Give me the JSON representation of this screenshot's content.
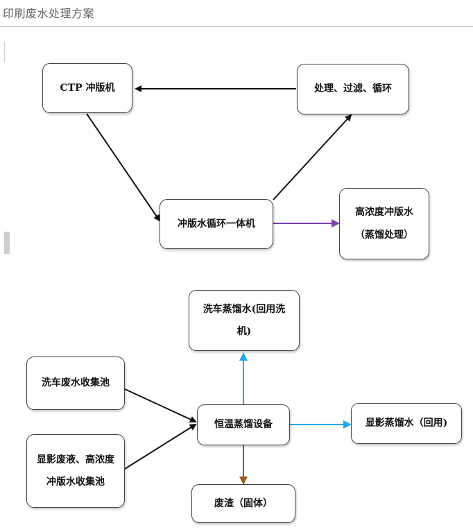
{
  "page": {
    "title": "印刷废水处理方案"
  },
  "diagram_top": {
    "nodes": {
      "ctp": "CTP 冲版机",
      "treat": "处理、过滤、循环",
      "unit": "冲版水循环一体机",
      "high": "高浓度冲版水（蒸馏处理）"
    }
  },
  "diagram_bottom": {
    "nodes": {
      "carwash_distilled": "洗车蒸馏水(回用洗机)",
      "carwash_collect": "洗车废水收集池",
      "developer_collect": "显影废液、高浓度冲版水收集池",
      "still": "恒温蒸馏设备",
      "developer_distilled": "显影蒸馏水（回用)",
      "residue": "废渣（固体）"
    }
  },
  "colors": {
    "black_arrow": "#111111",
    "purple_arrow": "#7e3fb2",
    "blue_arrow": "#1eaaf0",
    "brown_arrow": "#9c5a1c"
  }
}
